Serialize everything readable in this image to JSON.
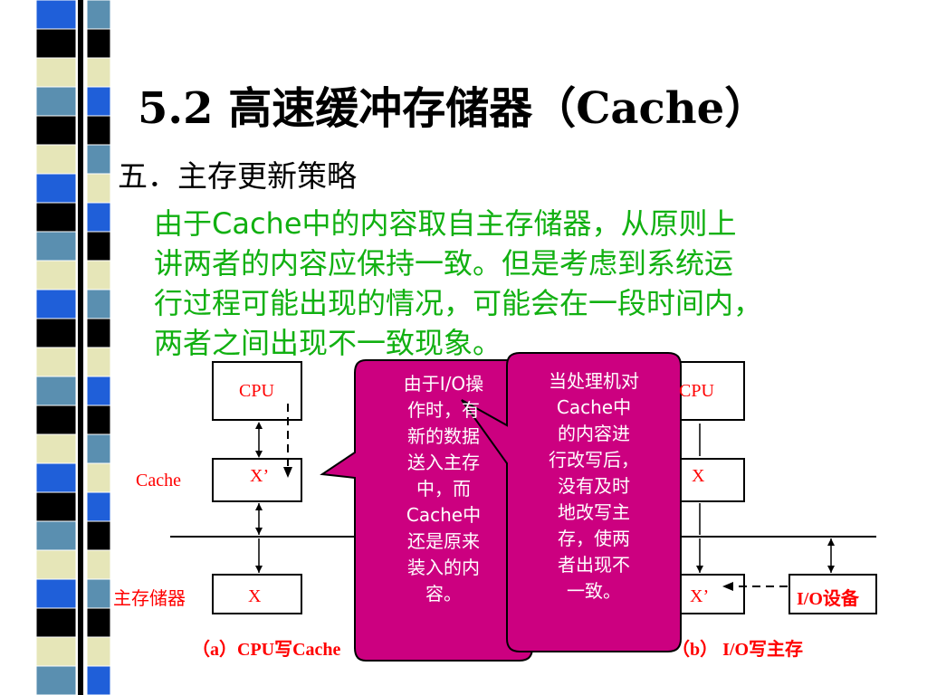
{
  "slide": {
    "title": "5.2 高速缓冲存储器（Cache）",
    "subtitle": "五．主存更新策略",
    "paragraph_lines": [
      "由于Cache中的内容取自主存储器，从原则上",
      "讲两者的内容应保持一致。但是考虑到系统运",
      "行过程可能出现的情况，可能会在一段时间内，",
      "两者之间出现不一致现象。"
    ]
  },
  "diagram": {
    "left": {
      "cpu_label": "CPU",
      "cache_row_label": "Cache",
      "cache_value": "X’",
      "memory_row_label": "主存储器",
      "memory_value": "X",
      "caption": "（a）CPU写Cache"
    },
    "right": {
      "cpu_label": "CPU",
      "cache_value": "X",
      "memory_value": "X’",
      "io_label": "I/O设备",
      "caption": "（b） I/O写主存"
    }
  },
  "callouts": {
    "io_note_lines": [
      "由于I/O操",
      "作时，有",
      "新的数据",
      "送入主存",
      "中，而",
      "Cache中",
      "还是原来",
      "装入的内",
      "容。"
    ],
    "cpu_note_lines": [
      "当处理机对",
      "Cache中",
      "的内容进",
      "行改写后，",
      "没有及时",
      "地改写主",
      "存，使两",
      "者出现不",
      "一致。"
    ]
  },
  "colors": {
    "text_green": "#11b011",
    "label_red": "#ff0000",
    "callout_fill": "#cc0080",
    "stripe_black": "#000000",
    "stripe_blue": "#1f5fd9",
    "stripe_steel": "#5a8fb0",
    "stripe_cream": "#e6e6b8"
  }
}
